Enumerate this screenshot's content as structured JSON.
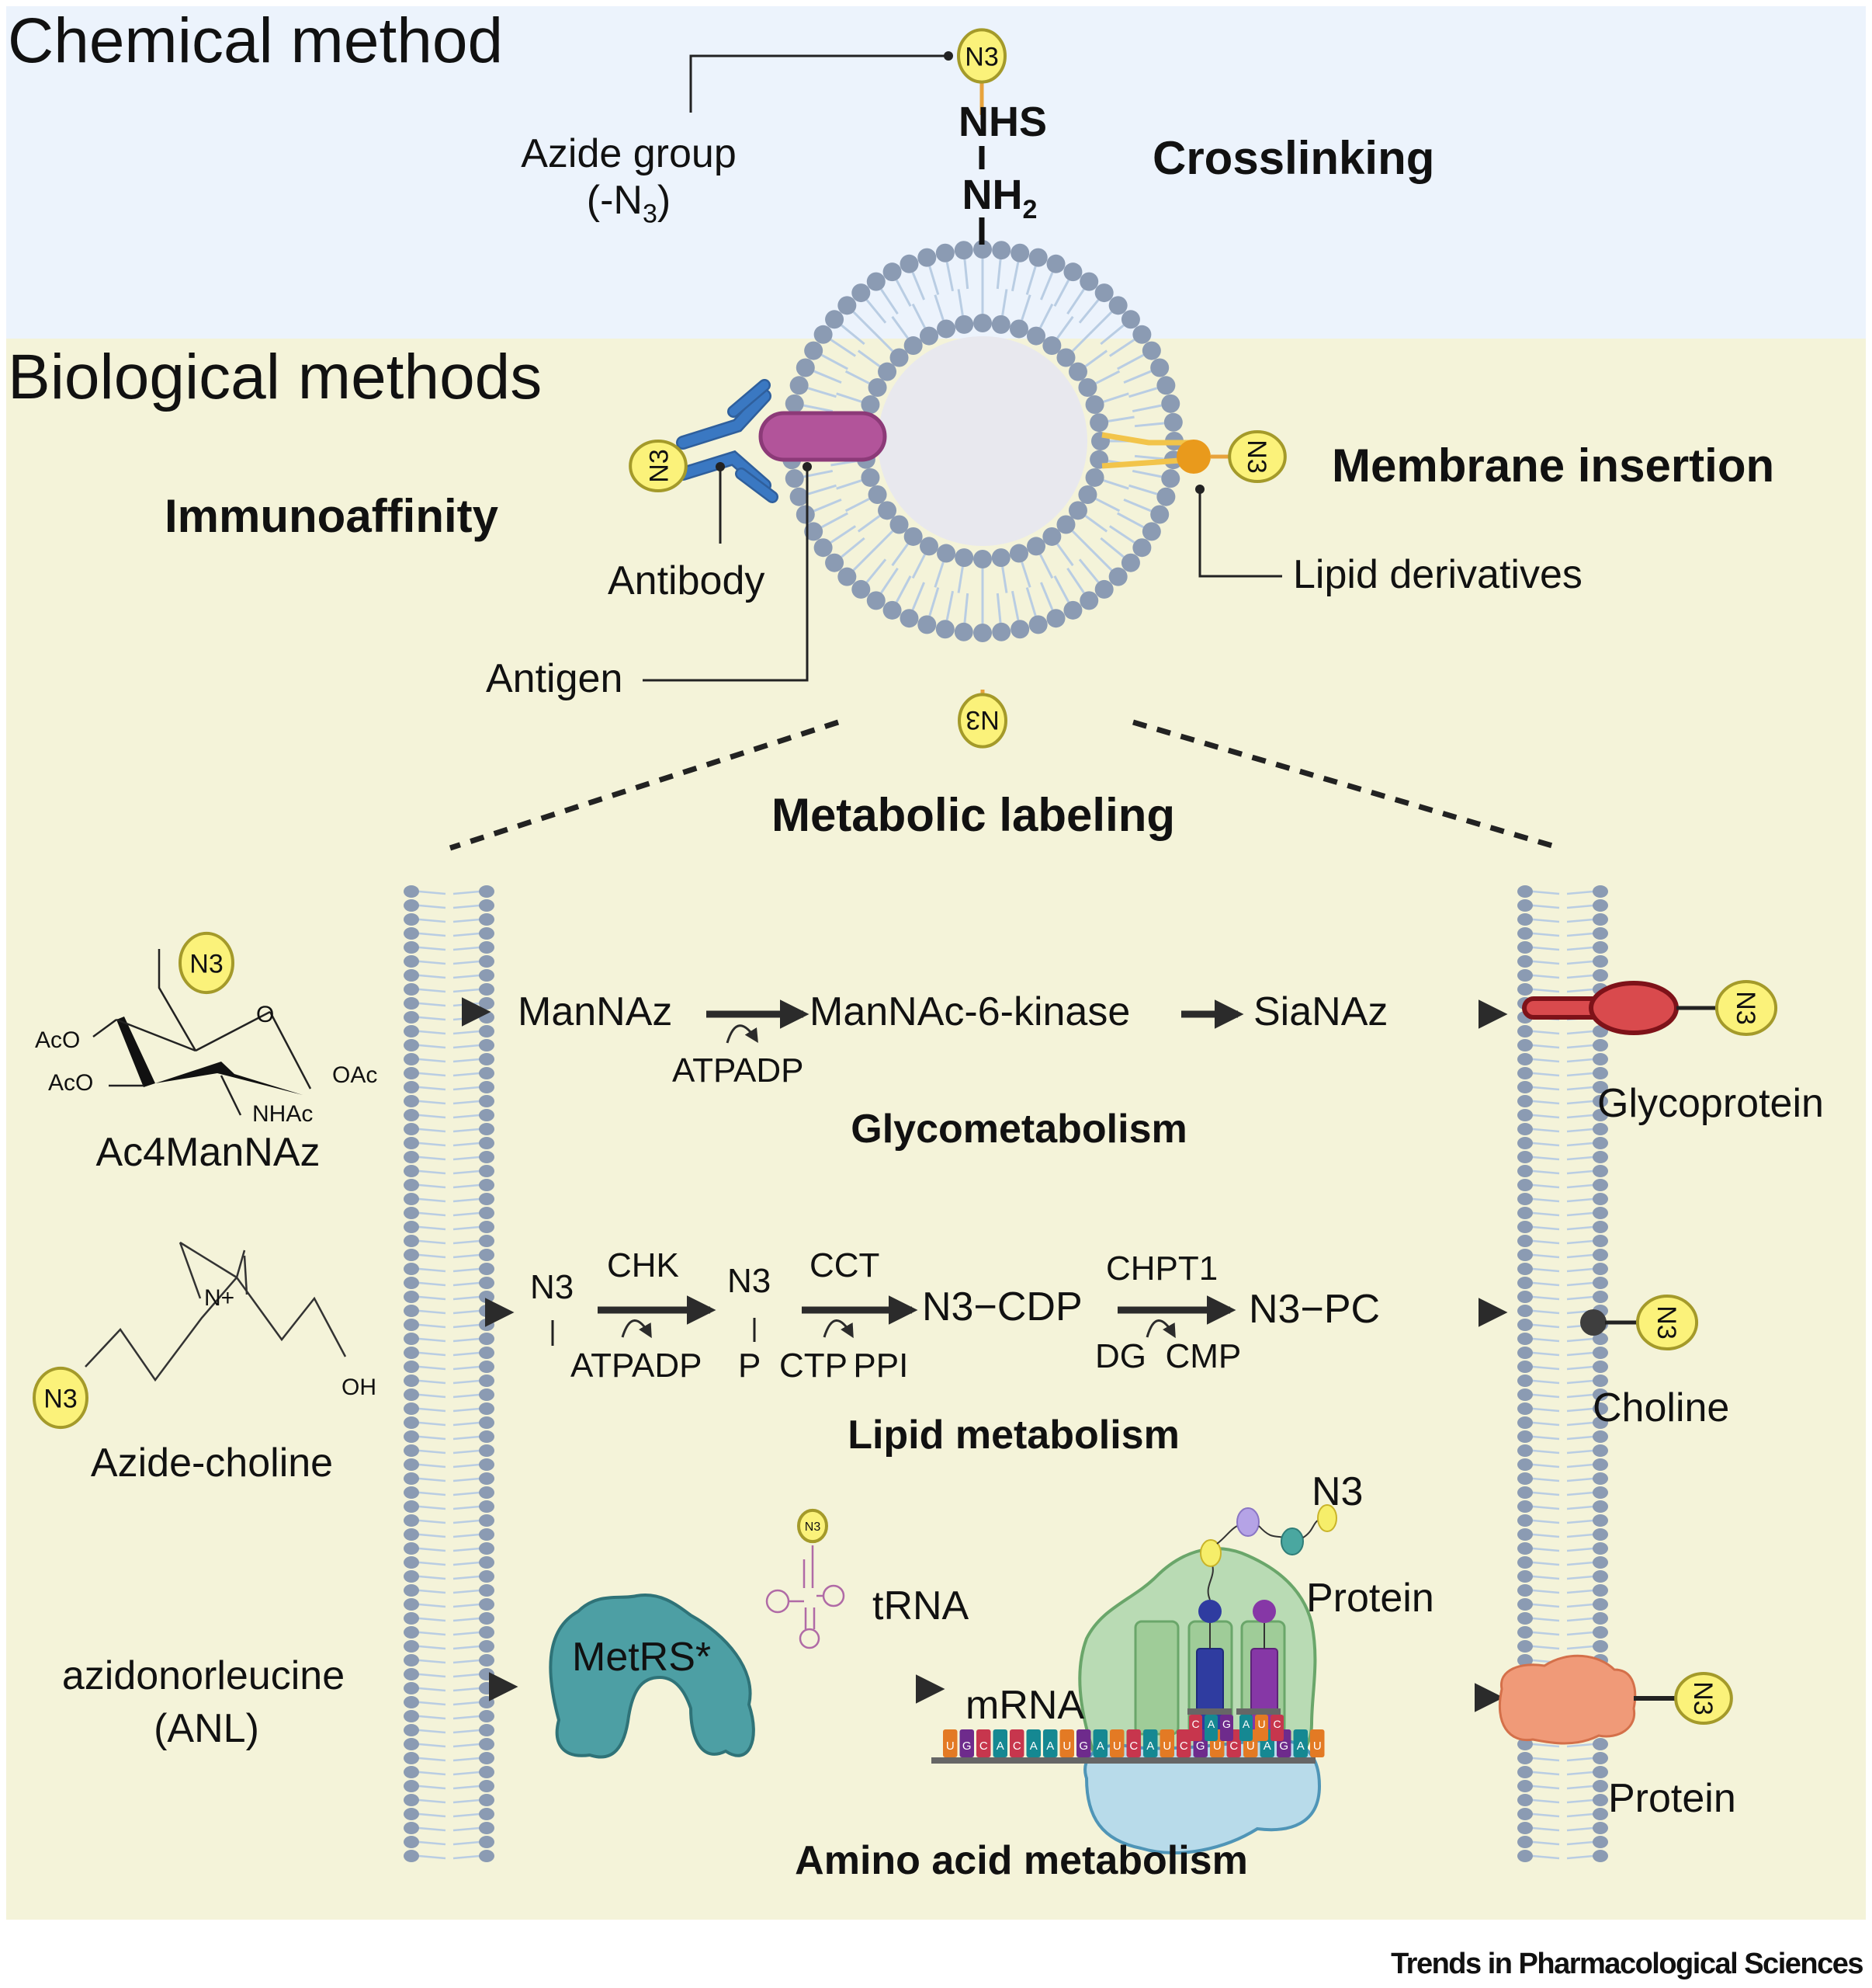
{
  "sections": {
    "chemical": "Chemical method",
    "biological": "Biological methods"
  },
  "crosslinking": {
    "title": "Crosslinking",
    "azide_label_line1": "Azide group",
    "azide_label_line2_prefix": "(-N",
    "azide_label_line2_sub": "3",
    "azide_label_line2_suffix": ")",
    "nhs": "NHS",
    "nh2_main": "NH",
    "nh2_sub": "2",
    "tag": "N3"
  },
  "immunoaffinity": {
    "title": "Immunoaffinity",
    "antibody": "Antibody",
    "antigen": "Antigen",
    "tag": "N3"
  },
  "membrane_insertion": {
    "title": "Membrane insertion",
    "lipid": "Lipid derivatives",
    "tag": "N3"
  },
  "metabolic": {
    "title": "Metabolic labeling",
    "bottom_tag": "N3"
  },
  "glyco": {
    "title": "Glycometabolism",
    "precursor": "Ac4ManNAz",
    "tag": "N3",
    "struct_labels": {
      "o": "O",
      "aco1": "AcO",
      "aco2": "AcO",
      "oac": "OAc",
      "nhac": "NHAc"
    },
    "steps": [
      "ManNAz",
      "ManNAc-6-kinase",
      "SiaNAz"
    ],
    "cofactor": "ATPADP",
    "product": "Glycoprotein",
    "product_tag": "N3"
  },
  "lipid": {
    "title": "Lipid metabolism",
    "precursor": "Azide-choline",
    "tag": "N3",
    "struct_labels": {
      "n_plus": "N+",
      "oh": "OH"
    },
    "n3_a": "N3",
    "n3_b": "N3",
    "p_label": "P",
    "enzymes": [
      "CHK",
      "CCT",
      "CHPT1"
    ],
    "cofactors": [
      "ATPADP",
      "CTP PPI",
      "DG  CMP"
    ],
    "intermediates": [
      "N3−CDP",
      "N3−PC"
    ],
    "product": "Choline",
    "product_tag": "N3"
  },
  "amino": {
    "title": "Amino acid metabolism",
    "precursor_line1": "azidonorleucine",
    "precursor_line2": "(ANL)",
    "enzyme": "MetRS*",
    "trna": "tRNA",
    "trna_tag": "N3",
    "mrna": "mRNA",
    "nascent_tag": "N3",
    "nascent_label": "Protein",
    "mrna_sequence": [
      "U",
      "G",
      "C",
      "A",
      "C",
      "A",
      "A",
      "U",
      "G",
      "A",
      "U",
      "C",
      "A",
      "U",
      "C",
      "G",
      "U",
      "C",
      "U",
      "A",
      "G",
      "A",
      "U"
    ],
    "anticodons": [
      "C",
      "A",
      "G",
      "A",
      "U",
      "C"
    ],
    "product": "Protein",
    "product_tag": "N3"
  },
  "colors": {
    "chem_bg": "#ecf3fc",
    "bio_bg": "#f4f3d9",
    "lipid_head": "#8b9bb3",
    "lipid_tail": "#b9cde3",
    "n3_fill": "#fbf27a",
    "n3_stroke": "#a49a2a",
    "antibody": "#3a78c2",
    "antigen": "#b2549a",
    "lipid_derivative": "#e99a1c",
    "glycoprotein": "#d94a4d",
    "metrs": "#4d9fa4",
    "ribosome_large": "#b9dbb4",
    "ribosome_small": "#b8dbea",
    "membrane_protein": "#f09a78",
    "nuc_U": "#e37a24",
    "nuc_G": "#6e2b8c",
    "nuc_C": "#c7364d",
    "nuc_A": "#158892"
  },
  "footer": "Trends in Pharmacological Sciences"
}
